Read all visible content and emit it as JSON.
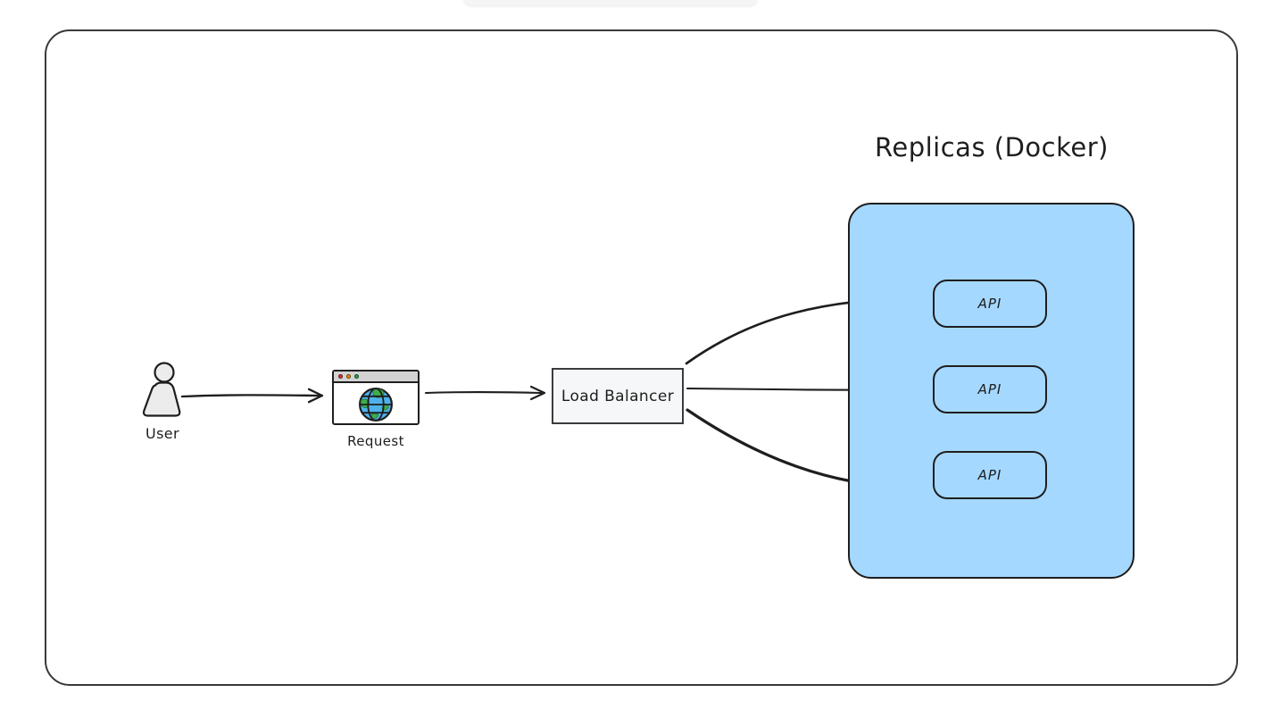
{
  "diagram": {
    "group_title": "Replicas (Docker)",
    "nodes": {
      "user": {
        "label": "User",
        "icon": "person-icon"
      },
      "request": {
        "label": "Request",
        "icon": "browser-globe-icon"
      },
      "load_balancer": {
        "label": "Load Balancer"
      },
      "api_replicas": [
        {
          "label": "API"
        },
        {
          "label": "API"
        },
        {
          "label": "API"
        }
      ]
    },
    "connections": [
      {
        "from": "User",
        "to": "Request",
        "style": "straight"
      },
      {
        "from": "Request",
        "to": "Load Balancer",
        "style": "straight"
      },
      {
        "from": "Load Balancer",
        "to": "API replica 1",
        "style": "curved-up"
      },
      {
        "from": "Load Balancer",
        "to": "API replica 2",
        "style": "straight"
      },
      {
        "from": "Load Balancer",
        "to": "API replica 3",
        "style": "curved-down"
      }
    ],
    "colors": {
      "ink": "#1e1e1e",
      "replica_container_fill": "#a5d8ff",
      "load_balancer_fill": "#f6f7f8",
      "person_fill": "#ececec",
      "browser_bar_fill": "#d2d2d2",
      "globe_ocean": "#4db2ec",
      "globe_land": "#3fae4a",
      "window_dot_red": "#e03131",
      "window_dot_yellow": "#f08c00",
      "window_dot_green": "#2f9e44"
    }
  }
}
